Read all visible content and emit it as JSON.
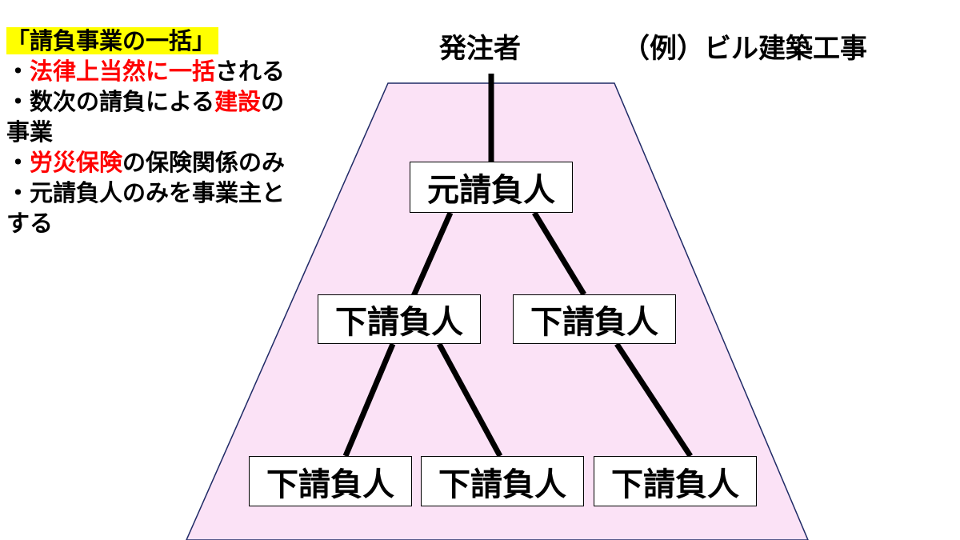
{
  "colors": {
    "background": "#ffffff",
    "trapezoid_fill": "#fbe2f6",
    "trapezoid_stroke": "#1f2a66",
    "accent_red": "#ff0000",
    "highlight_yellow": "#ffff00",
    "line": "#000000"
  },
  "notes": {
    "title": "「請負事業の一括」",
    "item1_prefix": "・",
    "item1_red": "法律上当然に一括",
    "item1_suffix": "される",
    "item2_prefix": "・数次の請負による",
    "item2_red": "建設",
    "item2_suffix": "の",
    "item2_cont": "事業",
    "item3_prefix": "・",
    "item3_red": "労災保険",
    "item3_suffix": "の保険関係のみ",
    "item4": "・元請負人のみを事業主と",
    "item4_cont": "する"
  },
  "diagram": {
    "orderer": "発注者",
    "example": "（例）ビル建築工事",
    "prime": "元請負人",
    "sub_left": "下請負人",
    "sub_right": "下請負人",
    "subsub_1": "下請負人",
    "subsub_2": "下請負人",
    "subsub_3": "下請負人"
  }
}
